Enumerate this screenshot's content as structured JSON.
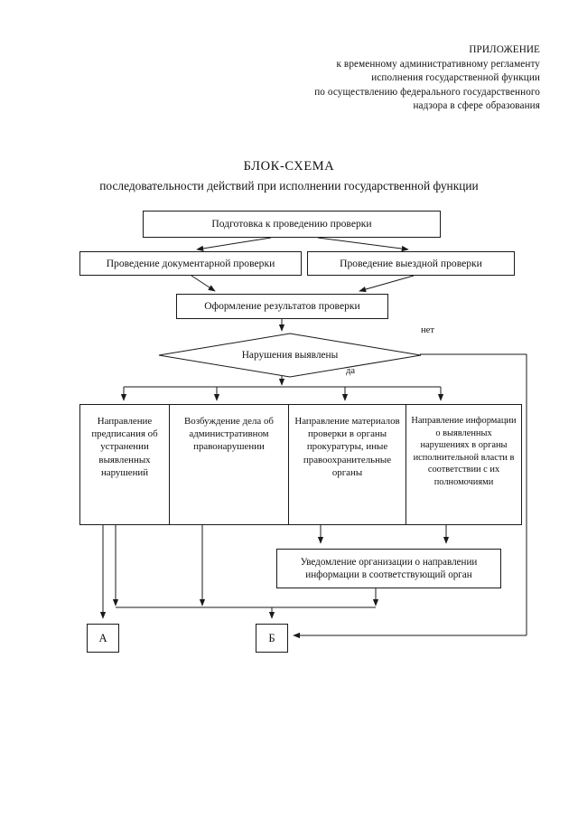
{
  "header": {
    "lines": [
      "ПРИЛОЖЕНИЕ",
      "к временному административному регламенту",
      "исполнения государственной функции",
      "по осуществлению федерального государственного",
      "надзора в сфере образования"
    ]
  },
  "title": {
    "main": "БЛОК-СХЕМА",
    "sub": "последовательности действий при исполнении государственной функции"
  },
  "flow": {
    "preparation": "Подготовка к проведению проверки",
    "documentary_check": "Проведение документарной проверки",
    "field_check": "Проведение выездной проверки",
    "results": "Оформление результатов проверки",
    "decision": "Нарушения выявлены",
    "branch_yes": "да",
    "branch_no": "нет",
    "actions": [
      "Направление предписания об устранении выявленных нарушений",
      "Возбуждение дела об административном правонарушении",
      "Направление материалов проверки в органы прокуратуры, иные правоохранительные органы",
      "Направление информации о выявленных нарушениях в органы исполнительной власти в соответствии с их полномочиями"
    ],
    "notification": "Уведомление организации о направлении информации в соответствующий орган",
    "terminal_a": "А",
    "terminal_b": "Б"
  },
  "colors": {
    "line": "#1a1a1a",
    "page": "#ffffff",
    "text": "#111111"
  }
}
